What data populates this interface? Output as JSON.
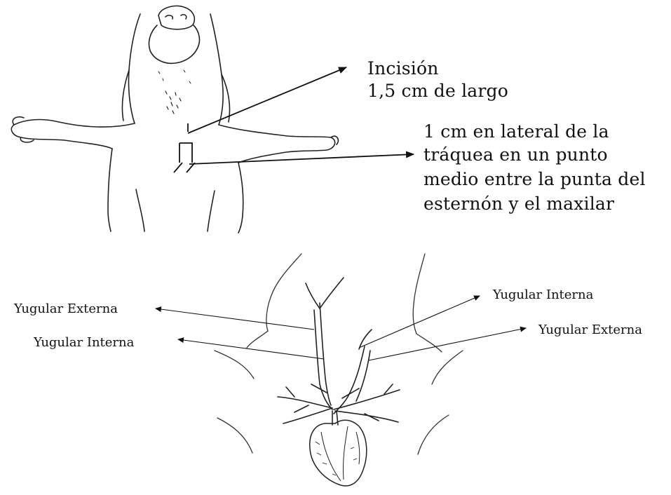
{
  "top_figure": {
    "incision_label_line1": "Incisión",
    "incision_label_line2": "1,5 cm de largo",
    "position_label_line1": "1 cm en lateral de la",
    "position_label_line2": "tráquea en un punto",
    "position_label_line3": "medio entre la punta del",
    "position_label_line4": "esternón y el maxilar"
  },
  "bottom_figure": {
    "left_external_jugular": "Yugular Externa",
    "left_internal_jugular": "Yugular Interna",
    "right_internal_jugular": "Yugular Interna",
    "right_external_jugular": "Yugular Externa"
  },
  "colors": {
    "ink": "#111111",
    "background": "#ffffff"
  }
}
